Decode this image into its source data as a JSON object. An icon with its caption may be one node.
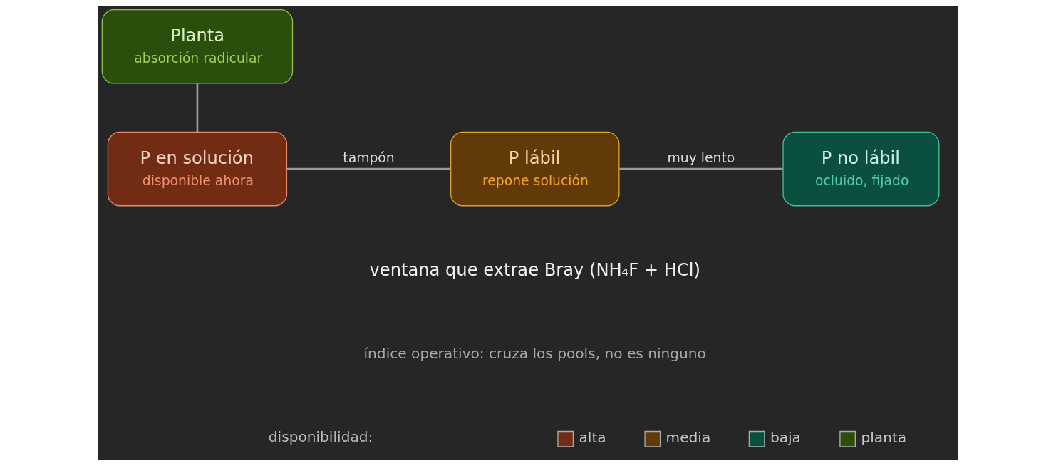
{
  "diagram": {
    "nodes": [
      {
        "text": [
          "Planta",
          "absorción radicular"
        ]
      },
      {
        "text": [
          "P en solución",
          "disponible ahora"
        ]
      },
      {
        "text": [
          "P lábil",
          "repone solución"
        ]
      },
      {
        "text": [
          "P no lábil",
          "ocluido, fijado"
        ]
      }
    ],
    "edges": [
      {
        "from": 0,
        "to": 1,
        "arrow": "none"
      },
      {
        "from": 1,
        "to": 2,
        "arrow": "none",
        "label": "tampón"
      },
      {
        "from": 2,
        "to": 3,
        "arrow": "none",
        "label": "muy lento"
      }
    ],
    "labels": [
      "ventana que extrae Bray (NH₄F + HCl)",
      "índice operativo: cruza los pools, no es ninguno",
      "disponibilidad:"
    ],
    "legend": [
      {
        "text": "alta",
        "color": "#722c14"
      },
      {
        "text": "media",
        "color": "#623a0a"
      },
      {
        "text": "baja",
        "color": "#0a4f40"
      },
      {
        "text": "planta",
        "color": "#2a4f0c"
      }
    ]
  }
}
